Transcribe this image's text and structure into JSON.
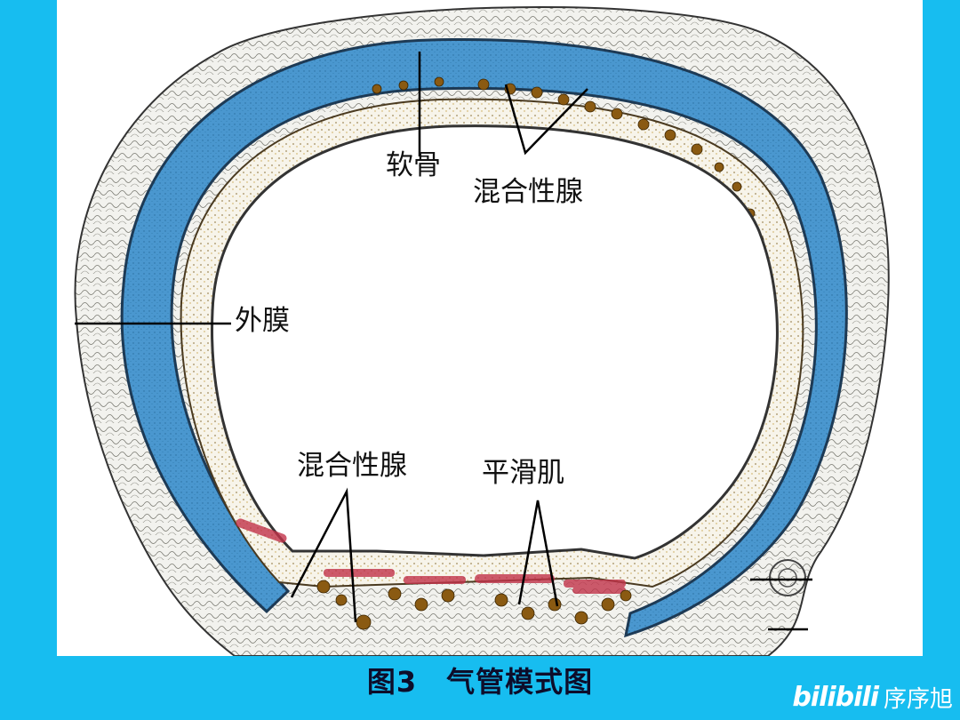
{
  "labels": {
    "cartilage": "软骨",
    "mixed_gland_top": "混合性腺",
    "adventitia": "外膜",
    "mixed_gland_bottom": "混合性腺",
    "smooth_muscle": "平滑肌"
  },
  "caption": "图3　气管模式图",
  "watermark": {
    "logo": "bilibili",
    "author": "序序旭"
  },
  "colors": {
    "background": "#17bdf0",
    "cartilage": "#3f8fc9",
    "gland": "#8a5a12",
    "smooth_muscle": "#c2334a"
  }
}
